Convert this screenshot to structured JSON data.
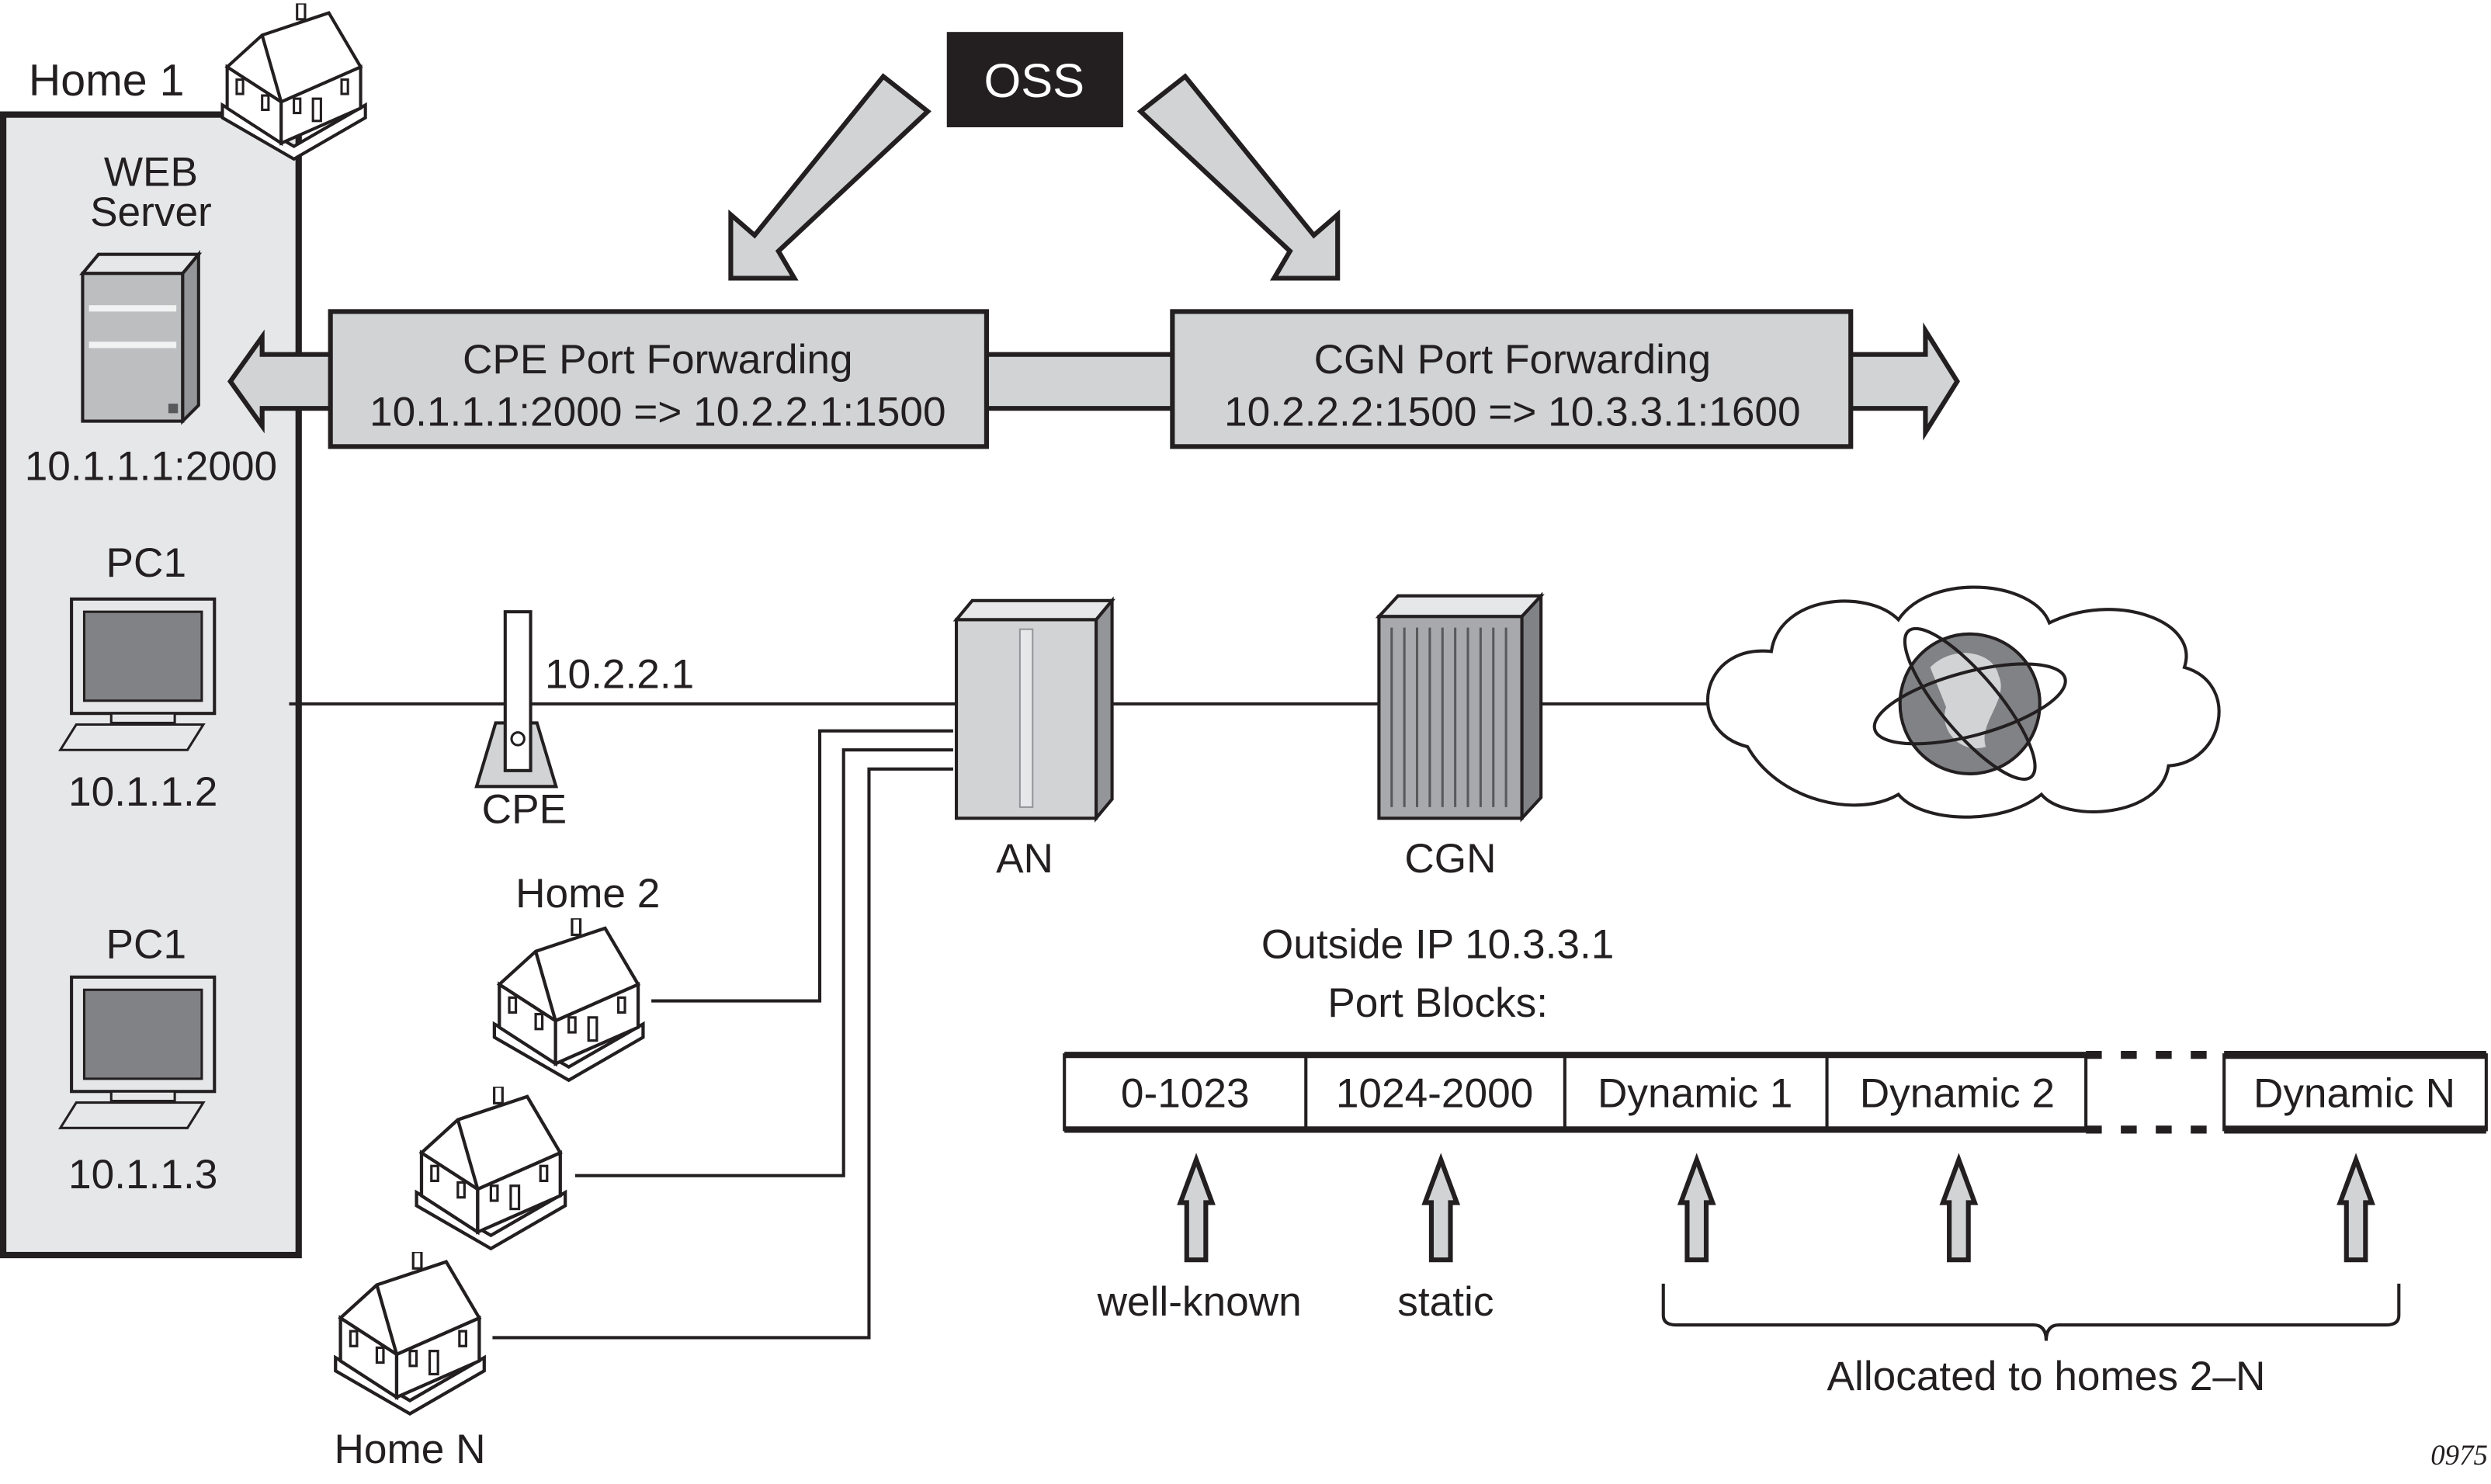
{
  "home1": {
    "label": "Home 1",
    "web_server": [
      "WEB",
      "Server"
    ],
    "web_server_ip": "10.1.1.1:2000",
    "pcs": [
      {
        "label": "PC1",
        "ip": "10.1.1.2"
      },
      {
        "label": "PC1",
        "ip": "10.1.1.3"
      }
    ]
  },
  "oss": {
    "label": "OSS"
  },
  "cpe_forwarding": {
    "title": "CPE Port Forwarding",
    "rule": "10.1.1.1:2000 => 10.2.2.1:1500"
  },
  "cgn_forwarding": {
    "title": "CGN Port Forwarding",
    "rule": "10.2.2.2:1500 => 10.3.3.1:1600"
  },
  "cpe": {
    "label": "CPE",
    "ip": "10.2.2.1"
  },
  "an": {
    "label": "AN"
  },
  "cgn": {
    "label": "CGN"
  },
  "homes": {
    "home2": "Home 2",
    "homeN": "Home N"
  },
  "outside": {
    "line1": "Outside IP 10.3.3.1",
    "line2": "Port Blocks:"
  },
  "port_blocks": [
    "0-1023",
    "1024-2000",
    "Dynamic 1",
    "Dynamic 2",
    "Dynamic N"
  ],
  "block_labels": {
    "well_known": "well-known",
    "static": "static",
    "allocated": "Allocated to homes 2–N"
  },
  "figure_id": "0975",
  "colors": {
    "box_fill": "#d1d3d4",
    "home_fill": "#e6e7e8",
    "oss_fill": "#231f20"
  }
}
